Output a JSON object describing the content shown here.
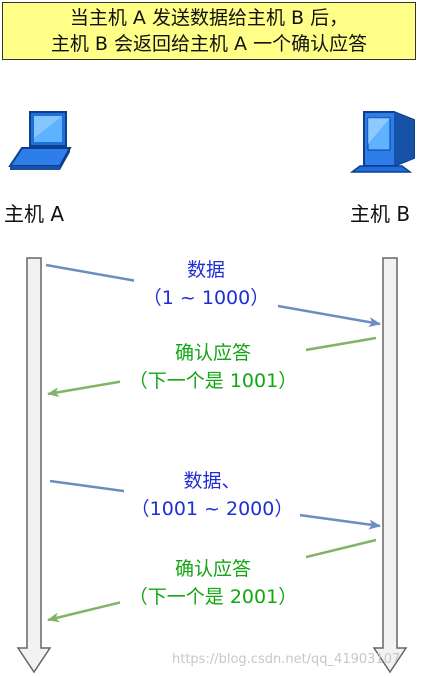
{
  "header": {
    "line1": "当主机 A 发送数据给主机 B 后，",
    "line2": "主机 B 会返回给主机 A 一个确认应答"
  },
  "hosts": {
    "a_label": "主机 A",
    "b_label": "主机 B"
  },
  "messages": [
    {
      "title": "数据",
      "detail": "（1 ~ 1000）"
    },
    {
      "title": "确认应答",
      "detail": "（下一个是 1001）"
    },
    {
      "title": "数据、",
      "detail": "（1001 ~ 2000）"
    },
    {
      "title": "确认应答",
      "detail": "（下一个是 2001）"
    }
  ],
  "watermark": "https://blog.csdn.net/qq_41903107",
  "colors": {
    "data_arrow": "#6c8ebf",
    "data_text": "#1f2fd6",
    "ack_arrow": "#82b366",
    "ack_text": "#13a613",
    "banner_bg": "#ffff88"
  },
  "icons": {
    "host_a": "laptop-icon",
    "host_b": "desktop-computer-icon"
  }
}
